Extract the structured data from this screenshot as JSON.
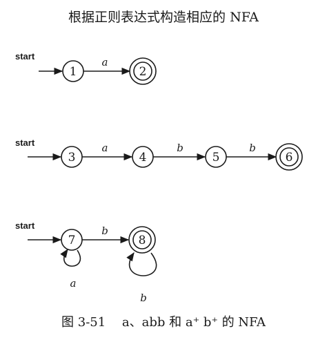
{
  "title": "根据正则表达式构造相应的 NFA",
  "caption": "图 3-51　 a、abb 和 a⁺ b⁺ 的 NFA",
  "start_label": "start",
  "nfas": [
    {
      "states": [
        {
          "id": "1",
          "accepting": false
        },
        {
          "id": "2",
          "accepting": true
        }
      ],
      "transitions": [
        {
          "from": "1",
          "to": "2",
          "symbol": "a"
        }
      ]
    },
    {
      "states": [
        {
          "id": "3",
          "accepting": false
        },
        {
          "id": "4",
          "accepting": false
        },
        {
          "id": "5",
          "accepting": false
        },
        {
          "id": "6",
          "accepting": true
        }
      ],
      "transitions": [
        {
          "from": "3",
          "to": "4",
          "symbol": "a"
        },
        {
          "from": "4",
          "to": "5",
          "symbol": "b"
        },
        {
          "from": "5",
          "to": "6",
          "symbol": "b"
        }
      ]
    },
    {
      "states": [
        {
          "id": "7",
          "accepting": false
        },
        {
          "id": "8",
          "accepting": true
        }
      ],
      "transitions": [
        {
          "from": "7",
          "to": "8",
          "symbol": "b"
        },
        {
          "from": "7",
          "to": "7",
          "symbol": "a"
        },
        {
          "from": "8",
          "to": "8",
          "symbol": "b"
        }
      ]
    }
  ]
}
